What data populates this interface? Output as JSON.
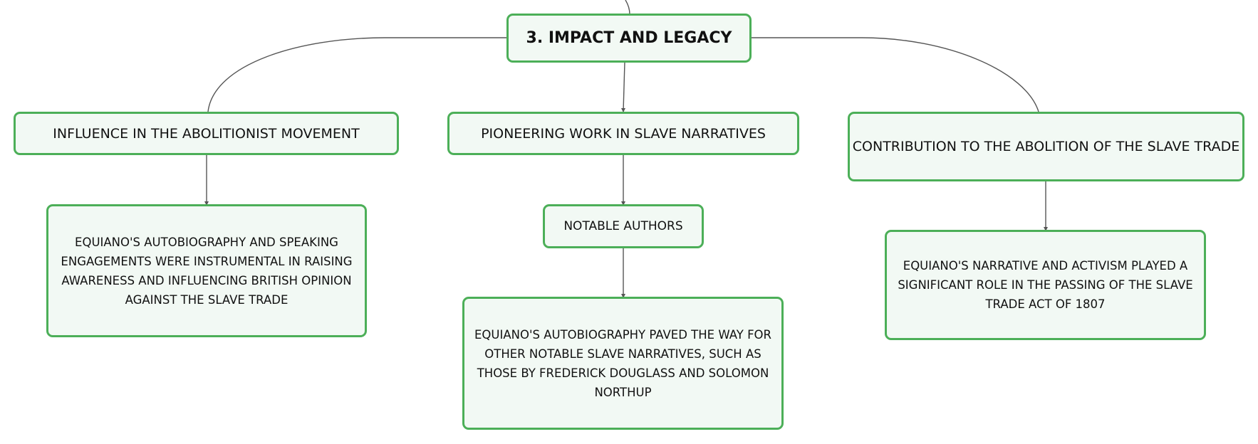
{
  "diagram": {
    "root": {
      "label": "3. IMPACT AND LEGACY"
    },
    "branches": [
      {
        "label": "INFLUENCE IN THE ABOLITIONIST MOVEMENT",
        "detail": "EQUIANO'S AUTOBIOGRAPHY AND SPEAKING ENGAGEMENTS WERE INSTRUMENTAL IN RAISING AWARENESS AND INFLUENCING BRITISH OPINION AGAINST THE SLAVE TRADE"
      },
      {
        "label": "PIONEERING WORK IN SLAVE NARRATIVES",
        "sub_label": "NOTABLE AUTHORS",
        "detail": "EQUIANO'S AUTOBIOGRAPHY PAVED THE WAY FOR OTHER NOTABLE SLAVE NARRATIVES, SUCH AS THOSE BY FREDERICK DOUGLASS AND SOLOMON NORTHUP"
      },
      {
        "label": "CONTRIBUTION TO THE ABOLITION OF THE SLAVE TRADE",
        "detail": "EQUIANO'S NARRATIVE AND ACTIVISM PLAYED A SIGNIFICANT ROLE IN THE PASSING OF THE SLAVE TRADE ACT OF 1807"
      }
    ]
  },
  "colors": {
    "node_border": "#4caf58",
    "node_fill": "#f2f9f4",
    "connector": "#555555",
    "text": "#111111"
  }
}
